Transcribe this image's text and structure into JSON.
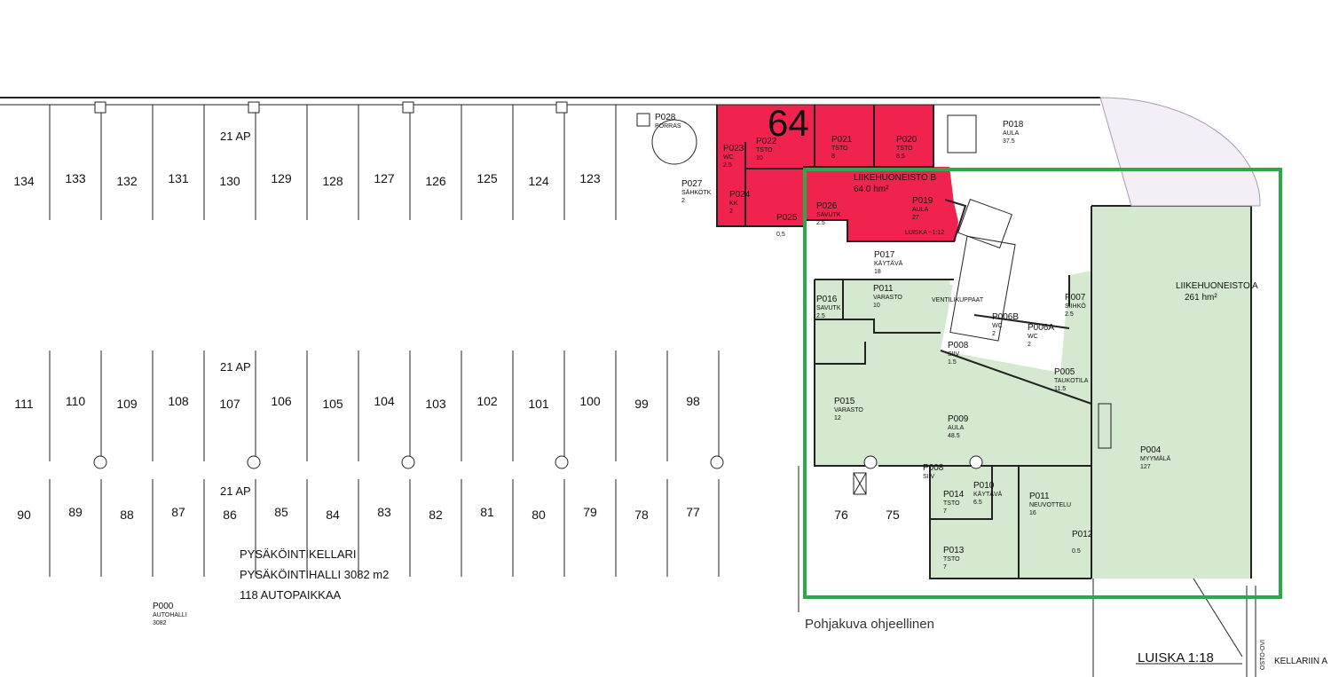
{
  "parking": {
    "top_row": [
      "134",
      "133",
      "132",
      "131",
      "130",
      "129",
      "128",
      "127",
      "126",
      "125",
      "124",
      "123"
    ],
    "middle_row": [
      "111",
      "110",
      "109",
      "108",
      "107",
      "106",
      "105",
      "104",
      "103",
      "102",
      "101",
      "100",
      "99",
      "98"
    ],
    "bottom_row": [
      "90",
      "89",
      "88",
      "87",
      "86",
      "85",
      "84",
      "83",
      "82",
      "81",
      "80",
      "79",
      "78",
      "77"
    ],
    "extra": [
      "76",
      "75"
    ],
    "ap_labels": [
      "21 AP",
      "21 AP",
      "21 AP"
    ]
  },
  "hall": {
    "line1": "PYSÄKÖINTIKELLARI",
    "line2": "PYSÄKÖINTIHALLI 3082 m2",
    "line3": "118 AUTOPAIKKAA",
    "room_id": "P000",
    "room_name": "AUTOHALLI",
    "room_area": "3082"
  },
  "unit_b": {
    "number": "64",
    "title": "LIIKEHUONEISTO B",
    "area": "64.0 hm²",
    "highlight_color": "#f0234f"
  },
  "unit_a": {
    "title": "LIIKEHUONEISTO A",
    "area": "261 hm²",
    "highlight_color": "#d4e9cf",
    "outline_color": "#2ea84a"
  },
  "rooms": [
    {
      "id": "P028",
      "name": "PORRAS",
      "area": ""
    },
    {
      "id": "P023",
      "name": "WC",
      "area": "2.5"
    },
    {
      "id": "P022",
      "name": "TSTO",
      "area": "10"
    },
    {
      "id": "P021",
      "name": "TSTO",
      "area": "8"
    },
    {
      "id": "P020",
      "name": "TSTO",
      "area": "8.5"
    },
    {
      "id": "P018",
      "name": "AULA",
      "area": "37.5"
    },
    {
      "id": "P027",
      "name": "SÄHKÖTK",
      "area": "2"
    },
    {
      "id": "P024",
      "name": "KK",
      "area": "2"
    },
    {
      "id": "P019",
      "name": "AULA",
      "area": "27"
    },
    {
      "id": "P026",
      "name": "SAVUTK",
      "area": "2.5"
    },
    {
      "id": "P025",
      "name": "",
      "area": "0,5"
    },
    {
      "id": "P017",
      "name": "KÄYTÄVÄ",
      "area": "18"
    },
    {
      "id": "P016",
      "name": "SAVUTK",
      "area": "2.5"
    },
    {
      "id": "P011",
      "name": "VARASTO",
      "area": "10"
    },
    {
      "id": "P007",
      "name": "SIIHKÖ",
      "area": "2.5"
    },
    {
      "id": "P006B",
      "name": "WC",
      "area": "2"
    },
    {
      "id": "P006A",
      "name": "WC",
      "area": "2"
    },
    {
      "id": "P008",
      "name": "SIIV",
      "area": "1.5"
    },
    {
      "id": "P005",
      "name": "TAUKOTILA",
      "area": "11.5"
    },
    {
      "id": "P015",
      "name": "VARASTO",
      "area": "12"
    },
    {
      "id": "P009",
      "name": "AULA",
      "area": "48.5"
    },
    {
      "id": "P004",
      "name": "MYYMÄLÄ",
      "area": "127"
    },
    {
      "id": "P008",
      "name": "SIIV",
      "area": ""
    },
    {
      "id": "P014",
      "name": "TSTO",
      "area": "7"
    },
    {
      "id": "P010",
      "name": "KÄYTÄVÄ",
      "area": "6.5"
    },
    {
      "id": "P011",
      "name": "NEUVOTTELU",
      "area": "16"
    },
    {
      "id": "P013",
      "name": "TSTO",
      "area": "7"
    },
    {
      "id": "P012",
      "name": "",
      "area": "0.5"
    }
  ],
  "misc": {
    "ramp_small": "LUISKA ~1:12",
    "ramp_big": "LUISKA 1:18",
    "lift": "VENTILIKUPPAAT",
    "door": "OSTO-OVI",
    "cellar": "KELLARIIN A",
    "note": "Pohjakuva ohjeellinen"
  }
}
